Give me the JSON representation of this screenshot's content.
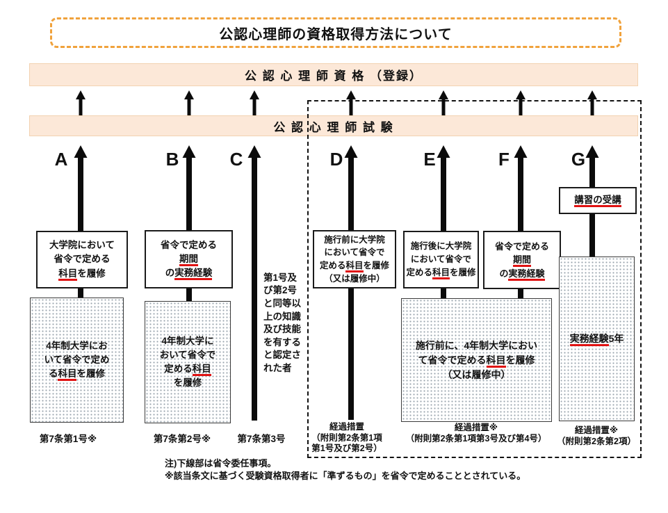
{
  "title": "公認心理師の資格取得方法について",
  "bar_registration": "公 認 心 理 師 資 格 （登録）",
  "bar_exam": "公 認 心 理 師 試 験",
  "route_letters": {
    "a": "A",
    "b": "B",
    "c": "C",
    "d": "D",
    "e": "E",
    "f": "F",
    "g": "G"
  },
  "boxes": {
    "a_upper": {
      "segments": [
        {
          "t": "大学院において\n省令で定める\n"
        },
        {
          "t": "科目",
          "u": true
        },
        {
          "t": "を履修"
        }
      ]
    },
    "a_lower": {
      "segments": [
        {
          "t": "4年制大学にお\nいて省令で定め\nる"
        },
        {
          "t": "科目",
          "u": true
        },
        {
          "t": "を履修"
        }
      ]
    },
    "b_upper": {
      "segments": [
        {
          "t": "省令で定める\n"
        },
        {
          "t": "期間",
          "u": true
        },
        {
          "t": "\nの"
        },
        {
          "t": "実務経験",
          "u": true
        }
      ]
    },
    "b_lower": {
      "segments": [
        {
          "t": "4年制大学に\nおいて省令で\n定める"
        },
        {
          "t": "科目",
          "u": true
        },
        {
          "t": "\nを履修"
        }
      ]
    },
    "c_note": {
      "segments": [
        {
          "t": "第1号及\nび第2号\nと同等以\n上の知識\n及び技能\nを有する\nと認定さ\nれた者"
        }
      ]
    },
    "d_upper": {
      "segments": [
        {
          "t": "施行前に大学院\nにおいて省令で\n定める"
        },
        {
          "t": "科目",
          "u": true
        },
        {
          "t": "を履修\n（又は履修中）"
        }
      ]
    },
    "e_upper": {
      "segments": [
        {
          "t": "施行後に大学院\nにおいて省令で\n定める"
        },
        {
          "t": "科目",
          "u": true
        },
        {
          "t": "を履修"
        }
      ]
    },
    "f_upper": {
      "segments": [
        {
          "t": "省令で定める\n"
        },
        {
          "t": "期間",
          "u": true
        },
        {
          "t": "\nの"
        },
        {
          "t": "実務経験",
          "u": true
        }
      ]
    },
    "ef_lower": {
      "segments": [
        {
          "t": "施行前に、4年制大学におい\nて省令で定める"
        },
        {
          "t": "科目",
          "u": true
        },
        {
          "t": "を履修\n（又は履修中）"
        }
      ]
    },
    "g_upper": {
      "segments": [
        {
          "t": "講習の受講",
          "u": true
        }
      ]
    },
    "g_lower": {
      "segments": [
        {
          "t": "実務経験",
          "u": true
        },
        {
          "t": "5年"
        }
      ]
    }
  },
  "captions": {
    "a": "第7条第1号※",
    "b": "第7条第2号※",
    "c": "第7条第3号",
    "d": "経過措置\n（附則第2条第1項\n第1号及び第2号）",
    "ef": "経過措置※\n（附則第2条第1項第3号及び第4号）",
    "g": "経過措置※\n（附則第2条第2項）"
  },
  "notes": {
    "line1": "注)下線部は省令委任事項。",
    "line2": "※該当条文に基づく受験資格取得者に「準ずるもの」を省令で定めることとされている。"
  },
  "colors": {
    "bar_background": "#fce8d8",
    "bar_border": "#f2d2b0",
    "title_dash_orange": "#f0a23c",
    "underline_red": "#e01212",
    "arrow_black": "#0b0b0b"
  }
}
